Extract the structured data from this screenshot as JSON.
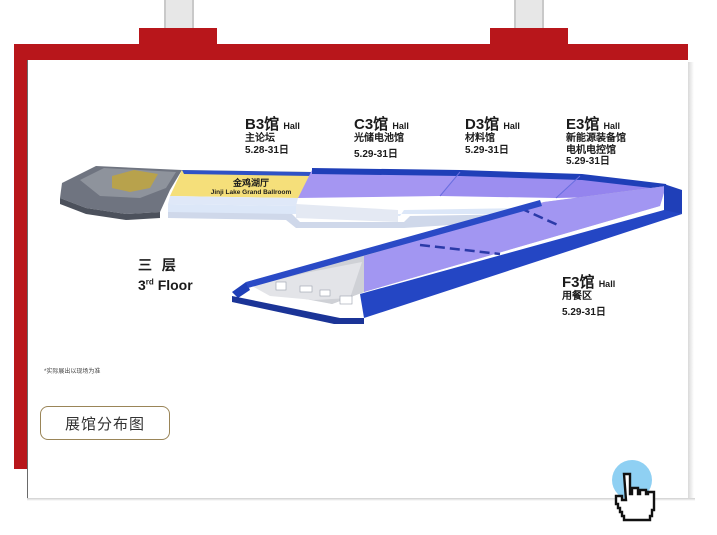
{
  "halls": [
    {
      "id": "b3",
      "name": "B3馆",
      "suffix": "Hall",
      "subtitle": "主论坛",
      "subtitle2": "",
      "dates": "5.28-31日"
    },
    {
      "id": "c3",
      "name": "C3馆",
      "suffix": "Hall",
      "subtitle": "光储电池馆",
      "subtitle2": "",
      "dates": "5.29-31日"
    },
    {
      "id": "d3",
      "name": "D3馆",
      "suffix": "Hall",
      "subtitle": "材料馆",
      "subtitle2": "",
      "dates": "5.29-31日"
    },
    {
      "id": "e3",
      "name": "E3馆",
      "suffix": "Hall",
      "subtitle": "新能源装备馆",
      "subtitle2": "电机电控馆",
      "dates": "5.29-31日"
    },
    {
      "id": "f3",
      "name": "F3馆",
      "suffix": "Hall",
      "subtitle": "用餐区",
      "subtitle2": "",
      "dates": "5.29-31日"
    }
  ],
  "ballroom": {
    "cn": "金鸡湖厅",
    "en": "Jinji Lake Grand Ballroom"
  },
  "floor": {
    "cn": "三 层",
    "num": "3",
    "sup": "rd",
    "word": "Floor"
  },
  "note": "*实际展出以现场为准",
  "legend_button": "展馆分布图",
  "colors": {
    "frame_red": "#b8161b",
    "hall_purple": "#9c8ef0",
    "wall_blue": "#1f3fb8",
    "ballroom_yellow": "#f5df7a"
  }
}
